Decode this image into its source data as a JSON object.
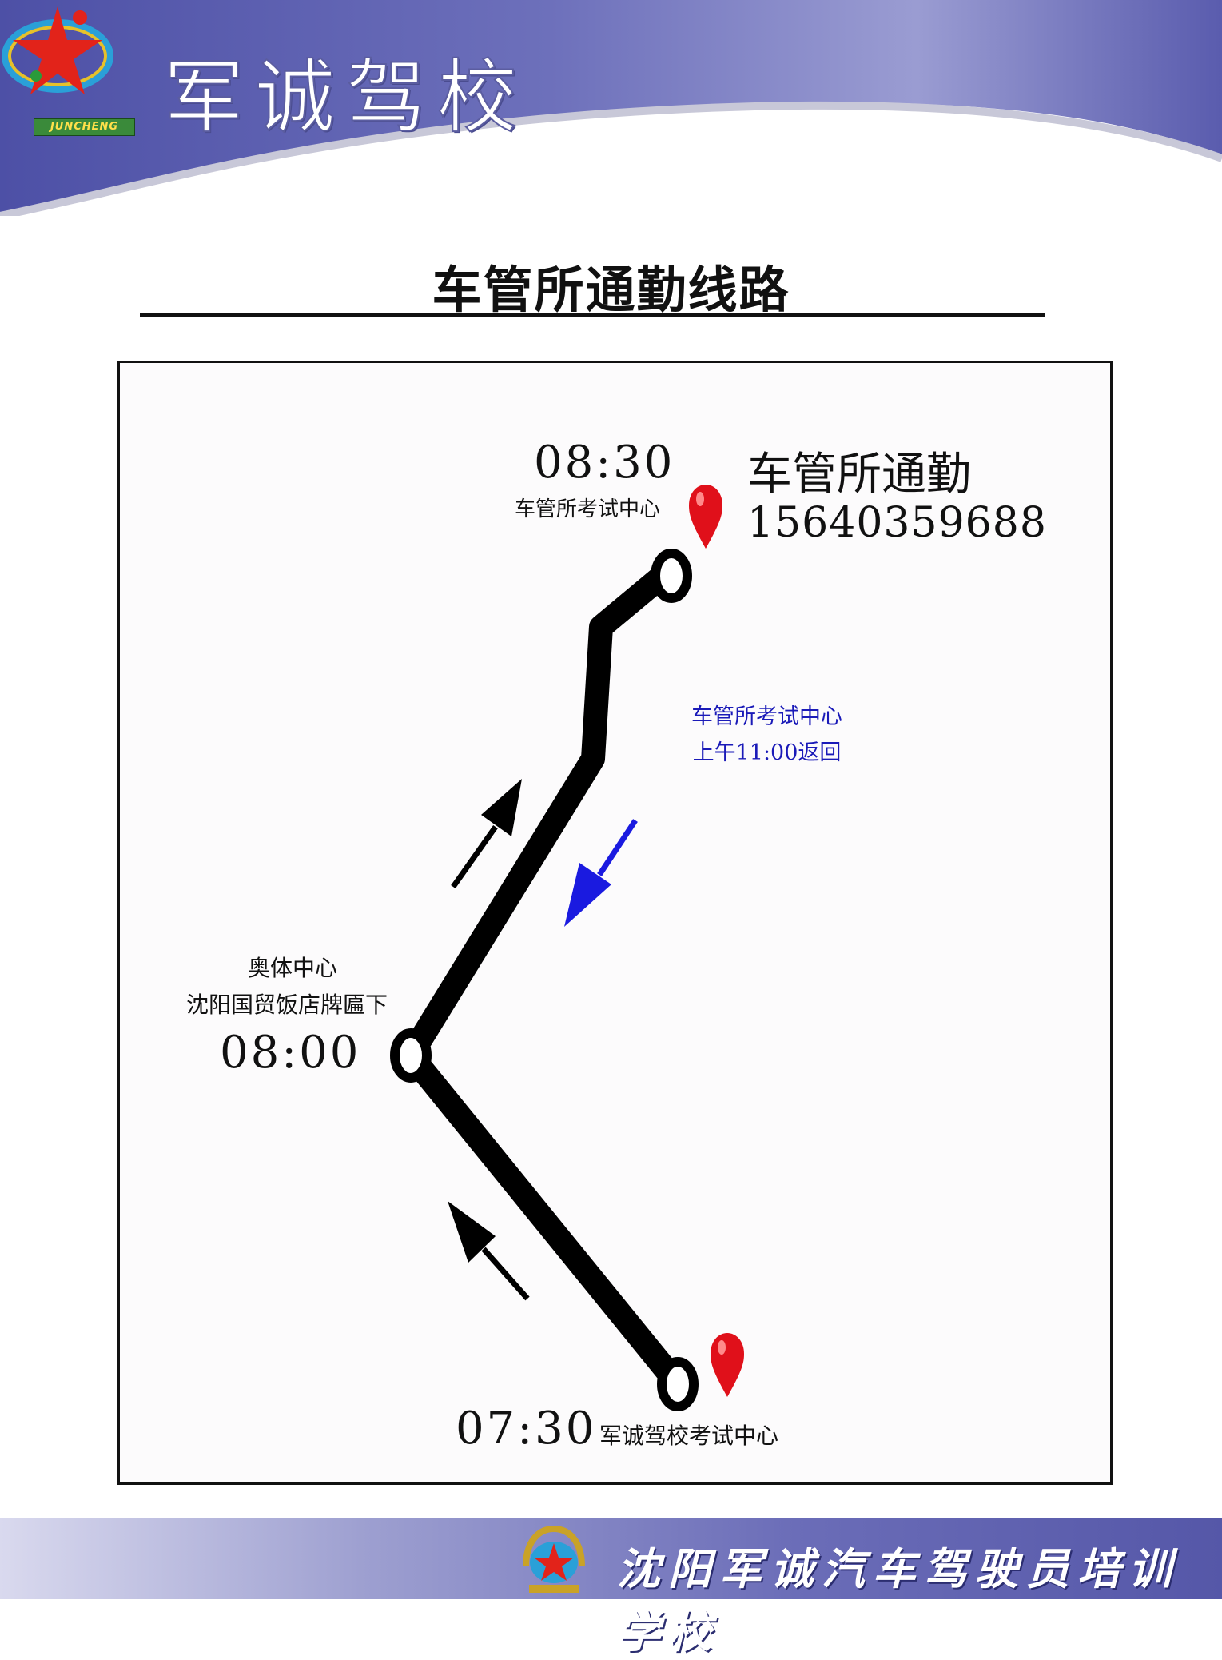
{
  "header": {
    "brand_title": "军诚驾校",
    "logo_text": "JUNCHENG"
  },
  "page_title": "车管所通勤线路",
  "map": {
    "stops": {
      "end": {
        "time": "08:30",
        "name": "车管所考试中心"
      },
      "mid": {
        "name_line1": "奥体中心",
        "name_line2": "沈阳国贸饭店牌匾下",
        "time": "08:00"
      },
      "start": {
        "time": "07:30",
        "name": "军诚驾校考试中心"
      }
    },
    "service": {
      "name": "车管所通勤",
      "phone": "15640359688"
    },
    "return_note": {
      "line1": "车管所考试中心",
      "line2": "上午11:00返回"
    },
    "colors": {
      "route": "#000000",
      "pin": "#e0101a",
      "return_arrow": "#1a1ae0"
    }
  },
  "footer": {
    "school_name": "沈阳军诚汽车驾驶员培训学校"
  }
}
